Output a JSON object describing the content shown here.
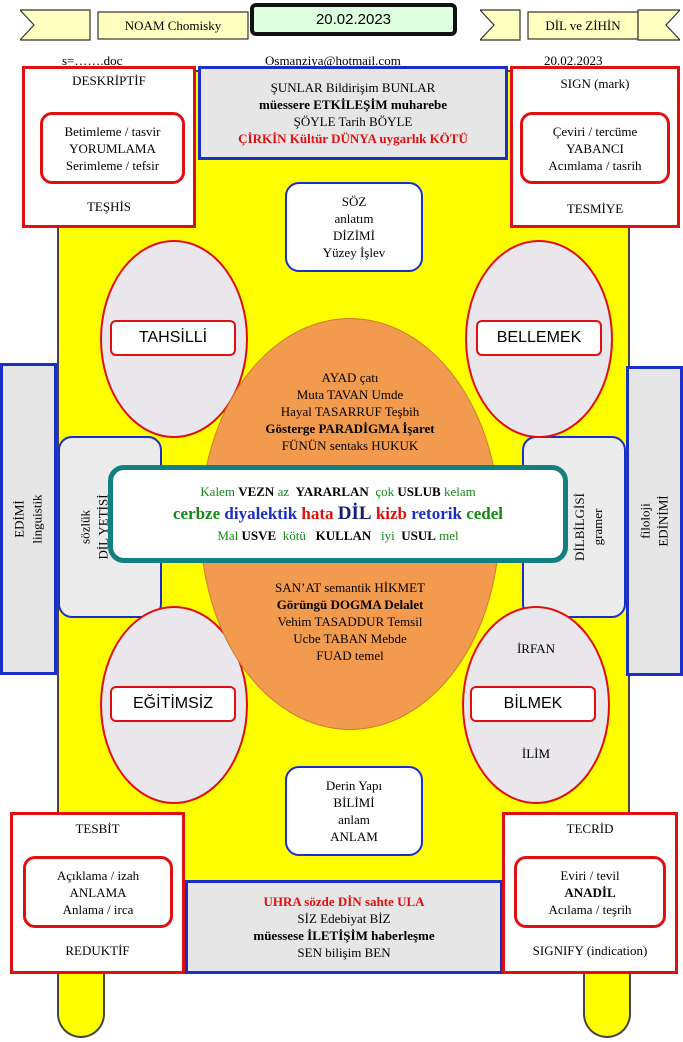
{
  "header": {
    "left_ribbon": "NOAM Chomisky",
    "date_main": "20.02.2023",
    "right_ribbon": "DİL ve ZİHİN",
    "sub_left": "s=…….doc",
    "sub_email": "Osmanziya@hotmail.com",
    "sub_date": "20.02.2023"
  },
  "top_left_box": {
    "title": "DESKRİPTİF",
    "lines": [
      "Betimleme / tasvir",
      "YORUMLAMA",
      "Serimleme / tefsir"
    ],
    "footer": "TEŞHİS"
  },
  "top_right_box": {
    "title": "SIGN (mark)",
    "lines": [
      "Çeviri / tercüme",
      "YABANCI",
      "Acımlama / tasrih"
    ],
    "footer": "TESMİYE"
  },
  "bottom_left_box": {
    "title": "TESBİT",
    "lines": [
      "Açıklama / izah",
      "ANLAMA",
      "Anlama / irca"
    ],
    "footer": "REDUKTİF"
  },
  "bottom_right_box": {
    "title": "TECRİD",
    "lines": [
      "Eviri / tevil",
      "ANADİL",
      "Acılama / teşrih"
    ],
    "footer": "SIGNIFY (indication)"
  },
  "top_center": {
    "line1": "ŞUNLAR Bildirişim BUNLAR",
    "line2": "müessere ETKİLEŞİM muharebe",
    "line3": "ŞÖYLE Tarih BÖYLE",
    "line4": "ÇİRKİN Kültür DÜNYA uygarlık KÖTÜ"
  },
  "bottom_center": {
    "line1": "UHRA sözde DİN sahte ULA",
    "line2": "SİZ Edebiyat BİZ",
    "line3": "müessese İLETİŞİM haberleşme",
    "line4": "SEN bilişim BEN"
  },
  "soz_box": [
    "SÖZ",
    "anlatım",
    "DİZİMİ",
    "Yüzey İşlev"
  ],
  "derin_box": [
    "Derin Yapı",
    "BİLİMİ",
    "anlam",
    "ANLAM"
  ],
  "ellipses": {
    "top_left": "TAHSİLLİ",
    "top_right": "BELLEMEK",
    "bottom_left": "EĞİTİMSİZ",
    "bottom_right": "BİLMEK",
    "bottom_right_upper": "İRFAN",
    "bottom_right_lower": "İLİM"
  },
  "side_boxes": {
    "far_left": [
      "EDİMİ",
      "linguistik"
    ],
    "inner_left": [
      "sözlük",
      "DİL YETİSİ"
    ],
    "inner_right": [
      "DİLBİLGİSİ",
      "gramer"
    ],
    "far_right": [
      "filoloji",
      "EDİNİMİ"
    ]
  },
  "oval_top": [
    "AYAD çatı",
    "Muta TAVAN Umde",
    "Hayal TASARRUF Teşbih",
    "Gösterge PARADİGMA İşaret",
    "FÜNÜN sentaks  HUKUK"
  ],
  "oval_bottom": [
    "SAN’AT semantik  HİKMET",
    "Görüngü DOGMA Delalet",
    "Vehim TASADDUR Temsil",
    "Ucbe TABAN Mebde",
    "FUAD temel"
  ],
  "center_panel": {
    "row1": [
      "Kalem",
      "VEZN",
      "az",
      "YARARLAN",
      "çok",
      "USLUB",
      "kelam"
    ],
    "row2": [
      "cerbze",
      "diyalektik",
      "hata",
      "DİL",
      "kizb",
      "retorik",
      "cedel"
    ],
    "row3": [
      "Mal",
      "USVE",
      "kötü",
      "KULLAN",
      "iyi",
      "USUL",
      "mel"
    ]
  },
  "colors": {
    "yellow": "#ffff00",
    "orange": "#f29a4e",
    "red": "#e01010",
    "blue": "#1a2fc8",
    "teal": "#128080",
    "gray": "#e6e6e6"
  }
}
